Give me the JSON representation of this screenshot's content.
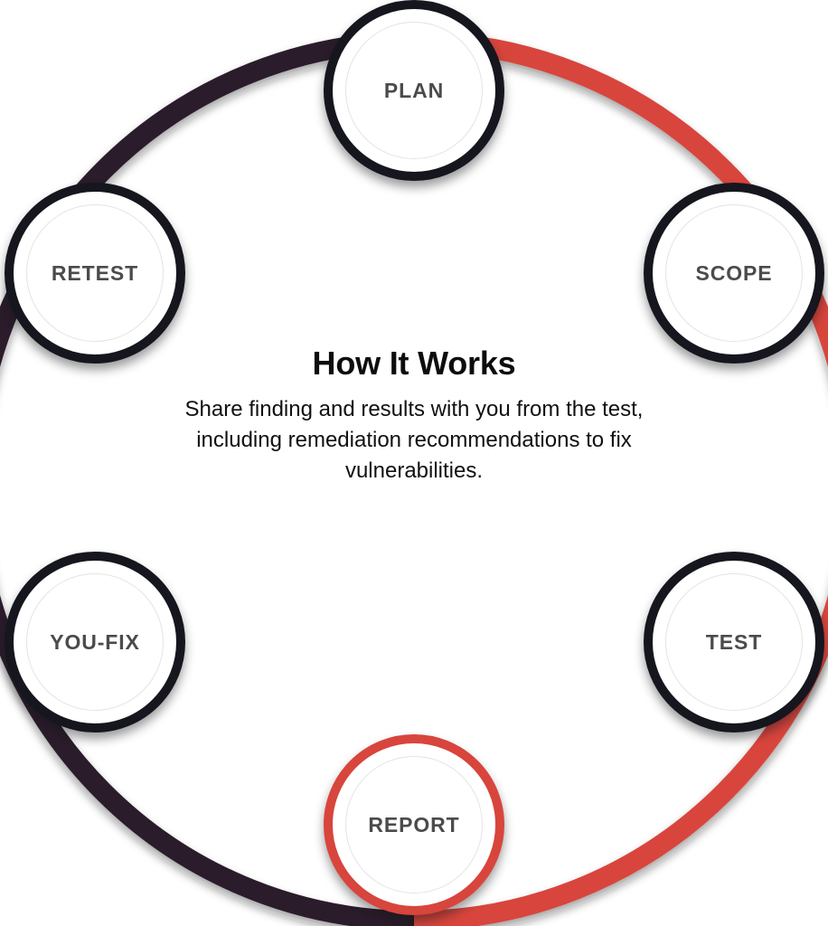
{
  "diagram": {
    "type": "cycle",
    "title": "How It Works",
    "description": "Share finding and results with you from the test, including remediation recommendations to fix vulnerabilities.",
    "desc_line_1": "Share finding and results with you from",
    "desc_line_2": "the test, including remediation",
    "desc_line_3": "recommendations to fix vulnerabilities.",
    "colors": {
      "accent_red": "#d8453c",
      "arc_dark": "#2b1f2c",
      "node_ring_dark": "#15161e",
      "label_text": "#4b4b4b",
      "title_text": "#0d0d0d",
      "background": "#ffffff",
      "inner_ring": "#e4e4e6"
    },
    "active_step": "REPORT",
    "steps": [
      {
        "id": "plan",
        "label": "PLAN",
        "order": 1,
        "angle_deg": -90,
        "state": "default"
      },
      {
        "id": "scope",
        "label": "SCOPE",
        "order": 2,
        "angle_deg": -30,
        "state": "default"
      },
      {
        "id": "test",
        "label": "TEST",
        "order": 3,
        "angle_deg": 30,
        "state": "default"
      },
      {
        "id": "report",
        "label": "REPORT",
        "order": 4,
        "angle_deg": 90,
        "state": "active"
      },
      {
        "id": "you-fix",
        "label": "YOU-FIX",
        "order": 5,
        "angle_deg": 150,
        "state": "default"
      },
      {
        "id": "retest",
        "label": "RETEST",
        "order": 6,
        "angle_deg": 210,
        "state": "default"
      }
    ],
    "arcs": [
      {
        "id": "arc-red",
        "color": "#d8453c",
        "from": "PLAN",
        "to": "REPORT",
        "direction": "clockwise"
      },
      {
        "id": "arc-dark",
        "color": "#2b1f2c",
        "from": "REPORT",
        "to": "PLAN",
        "direction": "clockwise"
      }
    ]
  }
}
